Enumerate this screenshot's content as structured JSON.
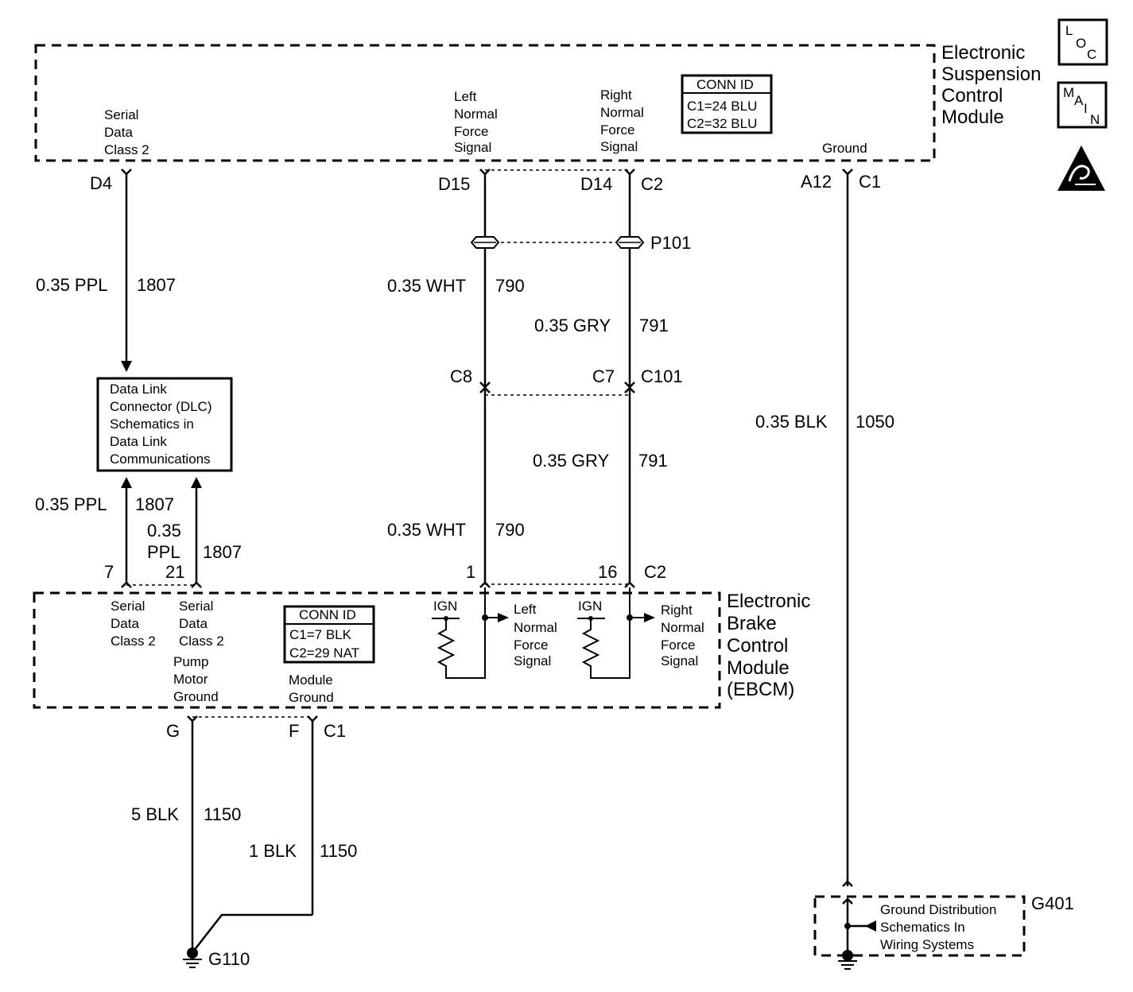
{
  "escm": {
    "title_lines": [
      "Electronic",
      "Suspension",
      "Control",
      "Module"
    ],
    "serial_data_lines": [
      "Serial",
      "Data",
      "Class 2"
    ],
    "left_signal_lines": [
      "Left",
      "Normal",
      "Force",
      "Signal"
    ],
    "right_signal_lines": [
      "Right",
      "Normal",
      "Force",
      "Signal"
    ],
    "ground_label": "Ground",
    "conn_id": {
      "title": "CONN ID",
      "c1": "C1=24 BLU",
      "c2": "C2=32 BLU"
    }
  },
  "icons": {
    "loc": [
      "L",
      "O",
      "C"
    ],
    "main": [
      "M",
      "A",
      "I",
      "N"
    ],
    "esd_icon": "esd-warning-icon"
  },
  "pins": {
    "d4": "D4",
    "d15": "D15",
    "d14": "D14",
    "c2_top": "C2",
    "a12": "A12",
    "c1_top": "C1",
    "p101": "P101",
    "c8": "C8",
    "c7": "C7",
    "c101": "C101",
    "pin7": "7",
    "pin21": "21",
    "pin1": "1",
    "pin16": "16",
    "c2_mid": "C2",
    "g": "G",
    "f": "F",
    "c1_bot": "C1"
  },
  "wires": {
    "ppl_top": {
      "size": "0.35 PPL",
      "circuit": "1807"
    },
    "wht_upper": {
      "size": "0.35 WHT",
      "circuit": "790"
    },
    "gry_upper": {
      "size": "0.35 GRY",
      "circuit": "791"
    },
    "gry_lower": {
      "size": "0.35 GRY",
      "circuit": "791"
    },
    "wht_lower": {
      "size": "0.35 WHT",
      "circuit": "790"
    },
    "ppl_left": {
      "size": "0.35 PPL",
      "circuit": "1807"
    },
    "ppl_right": {
      "size_line1": "0.35",
      "size_line2": "PPL",
      "circuit": "1807"
    },
    "blk_ground": {
      "size": "0.35 BLK",
      "circuit": "1050"
    },
    "blk_5": {
      "size": "5 BLK",
      "circuit": "1150"
    },
    "blk_1": {
      "size": "1 BLK",
      "circuit": "1150"
    }
  },
  "dlc": {
    "lines": [
      "Data Link",
      "Connector (DLC)",
      "Schematics in",
      "Data Link",
      "Communications"
    ]
  },
  "ebcm": {
    "title_lines": [
      "Electronic",
      "Brake",
      "Control",
      "Module",
      "(EBCM)"
    ],
    "serial1_lines": [
      "Serial",
      "Data",
      "Class 2"
    ],
    "serial2_lines": [
      "Serial",
      "Data",
      "Class 2"
    ],
    "pump_lines": [
      "Pump",
      "Motor",
      "Ground"
    ],
    "module_ground_lines": [
      "Module",
      "Ground"
    ],
    "conn_id": {
      "title": "CONN ID",
      "c1": "C1=7 BLK",
      "c2": "C2=29 NAT"
    },
    "ign_left": "IGN",
    "ign_right": "IGN",
    "left_signal_lines": [
      "Left",
      "Normal",
      "Force",
      "Signal"
    ],
    "right_signal_lines": [
      "Right",
      "Normal",
      "Force",
      "Signal"
    ]
  },
  "grounds": {
    "g110": "G110",
    "g401": "G401",
    "g401_lines": [
      "Ground Distribution",
      "Schematics In",
      "Wiring Systems"
    ]
  }
}
